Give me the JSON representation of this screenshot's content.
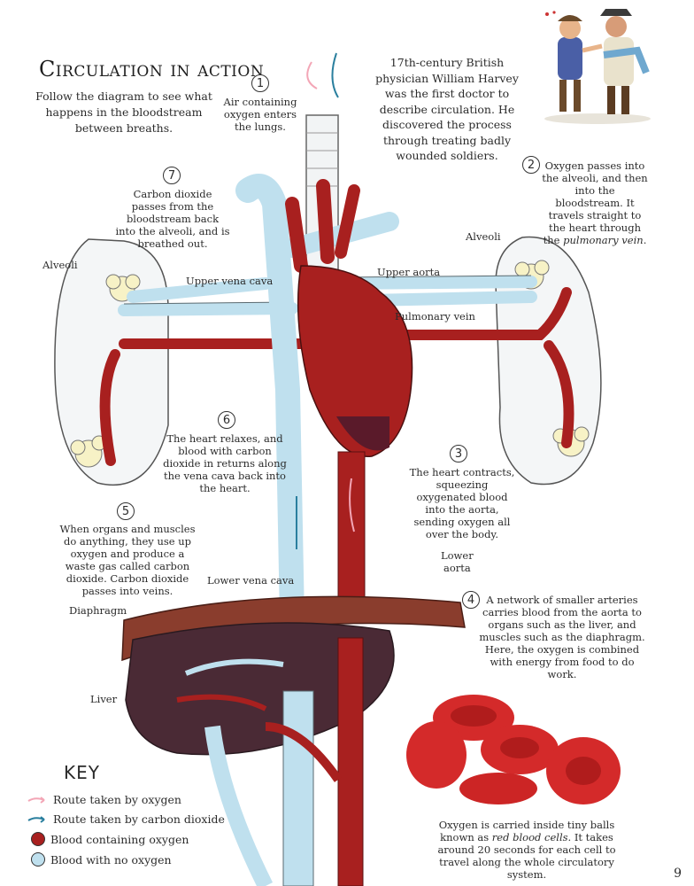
{
  "page": {
    "title": "Circulation in action",
    "intro": "Follow the diagram to see what happens in the bloodstream between breaths.",
    "page_number": "9"
  },
  "harvey_note": "17th-century British physician William Harvey was the first doctor to describe circulation. He discovered the process through treating badly wounded soldiers.",
  "steps": [
    {
      "num": "1",
      "text": "Air containing oxygen enters the lungs."
    },
    {
      "num": "2",
      "text_a": "Oxygen passes into the alveoli, and then into the bloodstream. It travels straight to the heart through the",
      "text_em": "pulmonary vein",
      "text_b": "."
    },
    {
      "num": "3",
      "text": "The heart contracts, squeezing oxygenated blood into the aorta, sending oxygen all over the body."
    },
    {
      "num": "4",
      "text": "A network of smaller arteries carries blood from the aorta to organs such as the liver, and muscles such as the diaphragm. Here, the oxygen is combined with energy from food to do work."
    },
    {
      "num": "5",
      "text": "When organs and muscles do anything, they use up oxygen and produce a waste gas called carbon dioxide. Carbon dioxide passes into veins."
    },
    {
      "num": "6",
      "text": "The heart relaxes, and blood with carbon dioxide in returns along the vena cava back into the heart."
    },
    {
      "num": "7",
      "text": "Carbon dioxide passes from the bloodstream back into the alveoli, and is breathed out."
    }
  ],
  "labels": {
    "alveoli_left": "Alveoli",
    "alveoli_right": "Alveoli",
    "upper_vena_cava": "Upper vena cava",
    "upper_aorta": "Upper aorta",
    "pulmonary_vein": "Pulmonary vein",
    "lower_aorta_1": "Lower",
    "lower_aorta_2": "aorta",
    "lower_vena_cava": "Lower vena cava",
    "diaphragm": "Diaphragm",
    "liver": "Liver"
  },
  "key": {
    "title": "KEY",
    "items": [
      {
        "label": "Route taken by oxygen"
      },
      {
        "label": "Route taken by carbon dioxide"
      },
      {
        "label": "Blood containing oxygen"
      },
      {
        "label": "Blood with no oxygen"
      }
    ]
  },
  "rbc_note": {
    "text_a": "Oxygen is carried inside tiny balls known as",
    "text_em": "red blood cells",
    "text_b": ". It takes around 20 seconds for each cell to travel along the whole circulatory system."
  },
  "colors": {
    "oxygen_route": "#f3a6b6",
    "co2_route": "#2a7f9e",
    "oxygenated": "#a8201f",
    "deoxygenated": "#bfe0ee",
    "liver": "#4a2a35",
    "diaphragm": "#8a3d2d"
  }
}
